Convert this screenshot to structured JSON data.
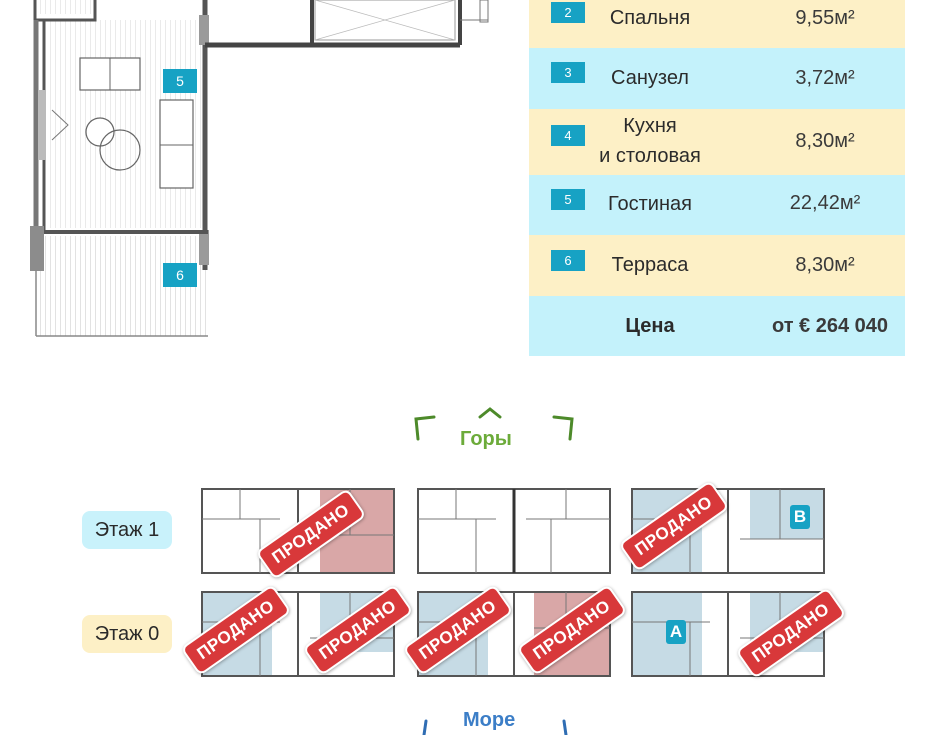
{
  "plan_labels": [
    "5",
    "6"
  ],
  "rooms": [
    {
      "num": "2",
      "name": "Спальня",
      "area": "9,55м²"
    },
    {
      "num": "3",
      "name": "Санузел",
      "area": "3,72м²"
    },
    {
      "num": "4",
      "name": "Кухня\nи столовая",
      "area": "8,30м²"
    },
    {
      "num": "5",
      "name": "Гостиная",
      "area": "22,42м²"
    },
    {
      "num": "6",
      "name": "Терраса",
      "area": "8,30м²"
    }
  ],
  "price": {
    "label": "Цена",
    "value": "от € 264 040"
  },
  "directions": {
    "top": "Горы",
    "bottom": "Море"
  },
  "floors": {
    "upper": "Этаж 1",
    "lower": "Этаж 0"
  },
  "sold_label": "ПРОДАНО",
  "unit_letters": {
    "b": "B",
    "a": "A"
  },
  "colors": {
    "accent": "#17a2c4",
    "row_beige": "#fdf0c6",
    "row_cyan": "#c4f2fb",
    "sold": "#d8383a",
    "mountains": "#6cab3a",
    "sea": "#3c7ec7"
  }
}
